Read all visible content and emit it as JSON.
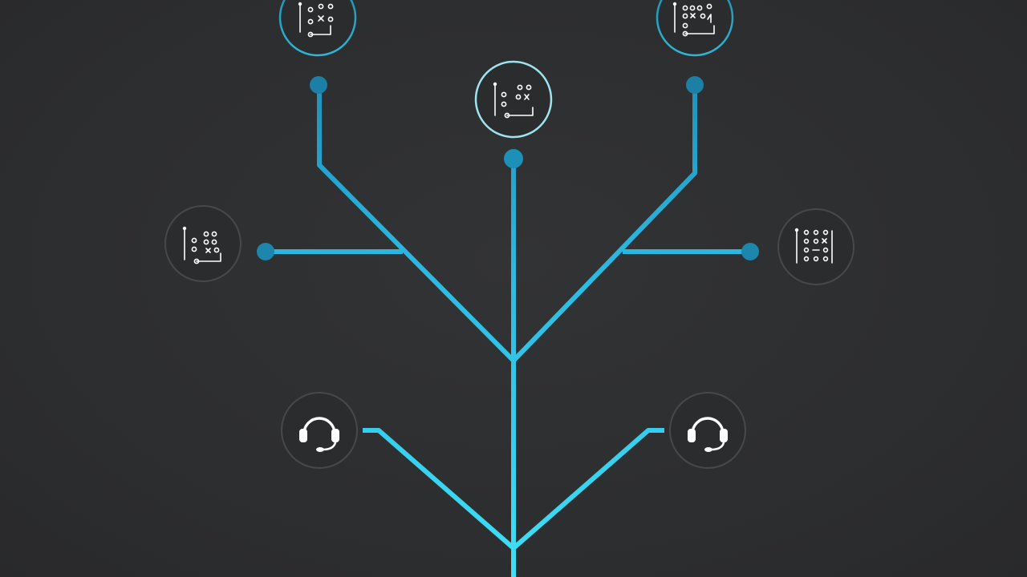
{
  "diagram": {
    "kind": "support-routing-tree",
    "colors": {
      "background": "#2e2f31",
      "branch_dark": "#1a7fa8",
      "branch_light": "#35d3f0",
      "ring_bright": "#25a9c9",
      "ring_dim": "#4a4d50",
      "icon": "#ffffff"
    },
    "nodes": [
      {
        "id": "playbook-top-left",
        "icon": "playbook-icon",
        "state": "highlighted"
      },
      {
        "id": "playbook-top-center",
        "icon": "playbook-icon",
        "state": "active"
      },
      {
        "id": "playbook-top-right",
        "icon": "playbook-icon",
        "state": "highlighted"
      },
      {
        "id": "playbook-mid-left",
        "icon": "playbook-icon",
        "state": "dim"
      },
      {
        "id": "playbook-mid-right",
        "icon": "playbook-icon",
        "state": "dim"
      },
      {
        "id": "agent-bottom-left",
        "icon": "headset-icon",
        "state": "dim"
      },
      {
        "id": "agent-bottom-right",
        "icon": "headset-icon",
        "state": "dim"
      }
    ]
  }
}
